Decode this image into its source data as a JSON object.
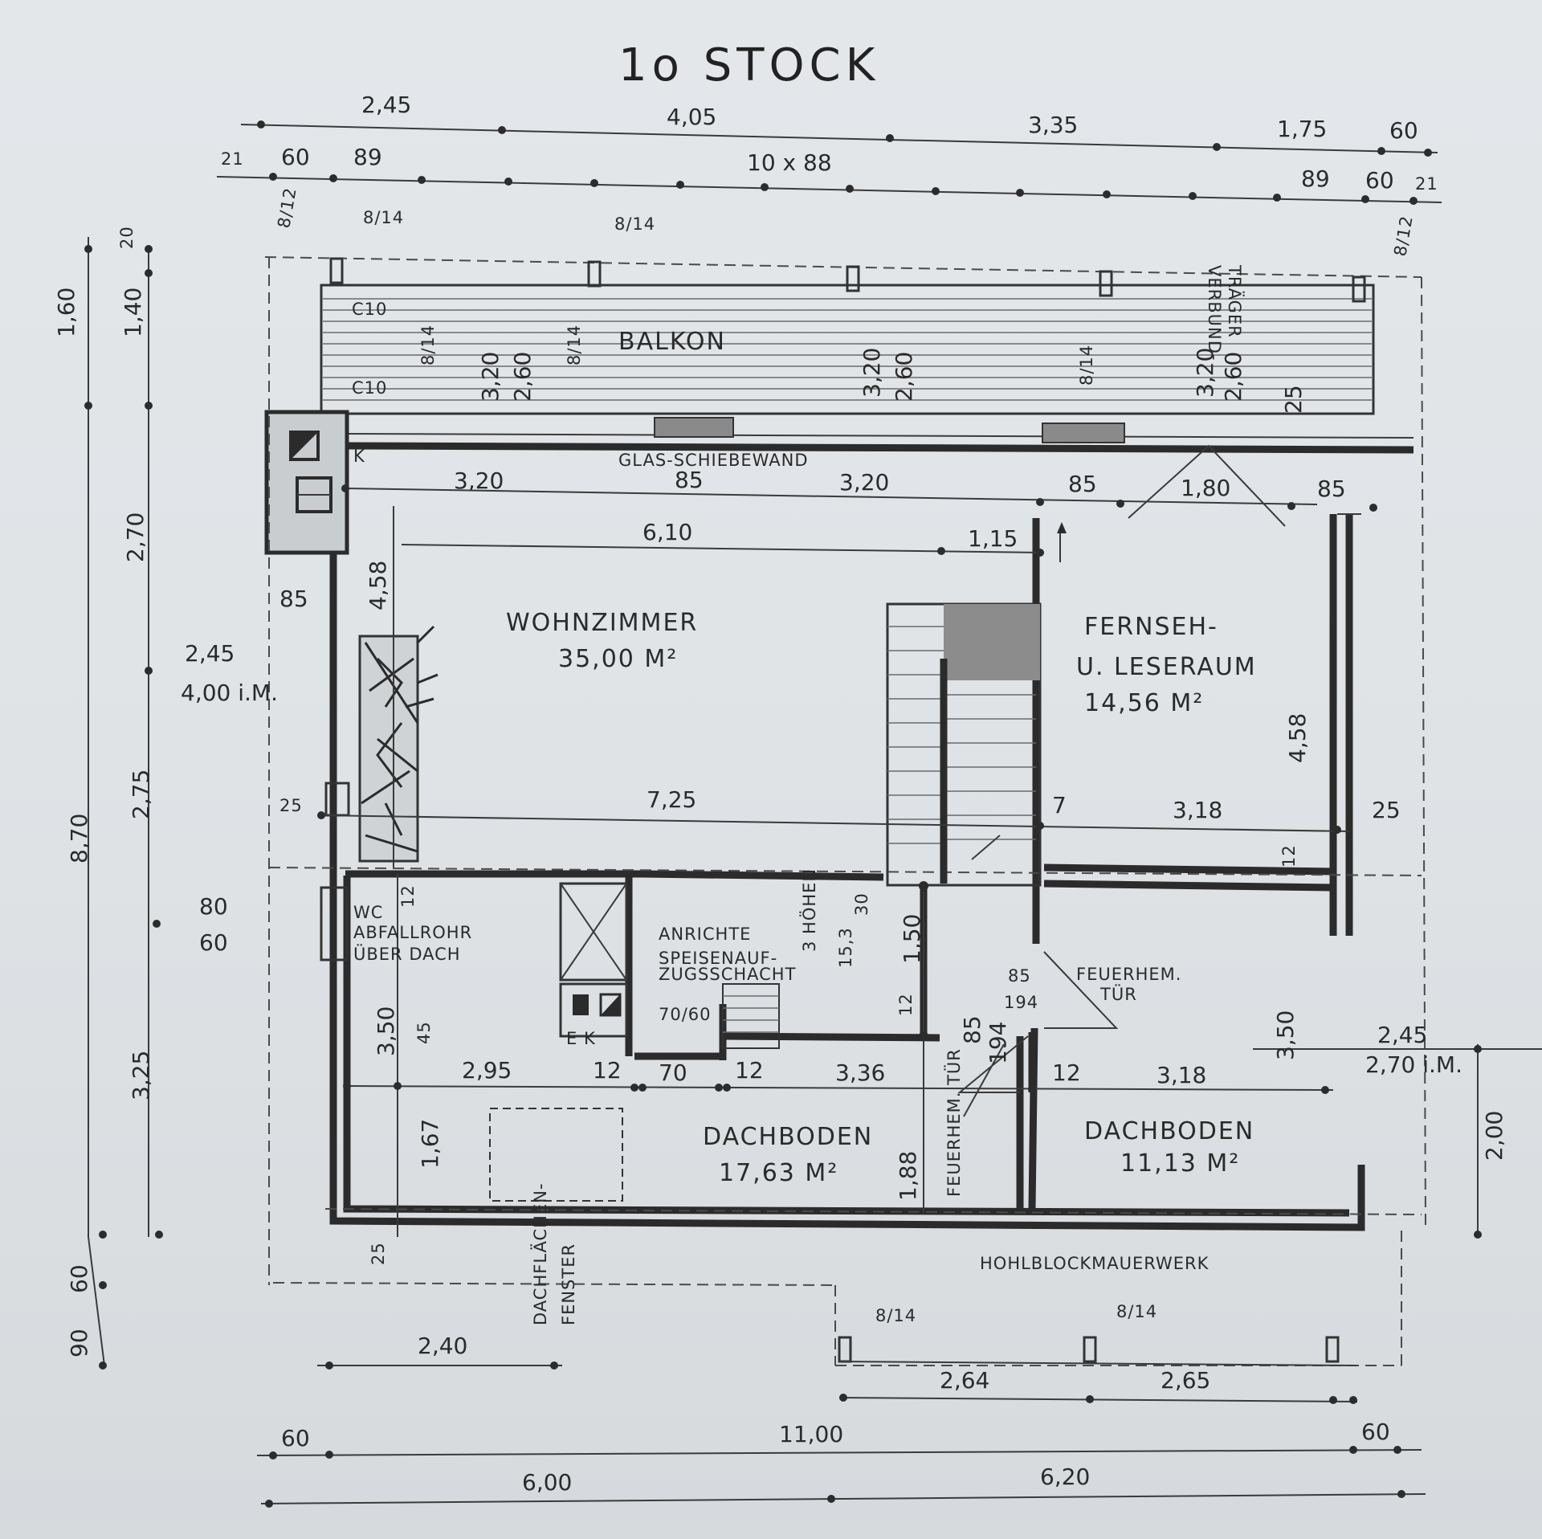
{
  "title": "1o STOCK",
  "rooms": {
    "balkon": "BALKON",
    "wohnzimmer": "WOHNZIMMER",
    "wohnzimmer_area": "35,00 M²",
    "fernseh1": "FERNSEH-",
    "fernseh2": "U. LESERAUM",
    "fernseh_area": "14,56 M²",
    "dachboden_left": "DACHBODEN",
    "dachboden_left_area": "17,63 M²",
    "dachboden_right": "DACHBODEN",
    "dachboden_right_area": "11,13 M²"
  },
  "notes": {
    "glas": "GLAS-SCHIEBEWAND",
    "wc": "WC",
    "abfall": "ABFALLROHR",
    "ueber_dach": "ÜBER DACH",
    "anrichte": "ANRICHTE",
    "speisen1": "SPEISENAUF-",
    "speisen2": "ZUGSSCHACHT",
    "ek": "E K",
    "feuer1": "FEUERHEM.",
    "feuer2": "TÜR",
    "feuer_v": "FEUERHEM. TÜR",
    "hohlblock": "HOHLBLOCKMAUERWERK",
    "dachflaechen": "DACHFLÄCHEN-",
    "fenster": "FENSTER",
    "verbund": "VERBUND-",
    "traeger": "TRÄGER",
    "hoehen": "3 HÖHEN",
    "k": "K",
    "m_400": "4,00 i.M.",
    "m_270": "2,70 i.M.",
    "c10": "C10"
  },
  "dims": {
    "top_245": "2,45",
    "top_405": "4,05",
    "top_335": "3,35",
    "top_175": "1,75",
    "top_60r": "60",
    "row_21l": "21",
    "row_60l": "60",
    "row_89l": "89",
    "row_10x88": "10 x 88",
    "row_89r": "89",
    "row_60r": "60",
    "row_21r": "21",
    "beam_814": "8/14",
    "beam_812": "8/12",
    "l_160": "1,60",
    "l_140": "1,40",
    "l_20": "20",
    "l_270": "2,70",
    "l_870": "8,70",
    "l_275": "2,75",
    "l_325": "3,25",
    "l_245": "2,45",
    "l_85": "85",
    "l_80": "80",
    "l_60": "60",
    "l_25": "25",
    "l_458": "4,58",
    "l_350": "3,50",
    "l_45": "45",
    "l_167": "1,67",
    "l_60b": "60",
    "l_90": "90",
    "b_320a": "3,20",
    "b_260a": "2,60",
    "b_320b": "3,20",
    "b_260b": "2,60",
    "b_320c": "3,20",
    "b_260c": "2,60",
    "b_25": "25",
    "r_320a": "3,20",
    "r_85a": "85",
    "r_320b": "3,20",
    "r_85b": "85",
    "r_180": "1,80",
    "r_85c": "85",
    "w_610": "6,10",
    "w_115": "1,15",
    "w_725": "7,25",
    "w_7": "7",
    "w_318": "3,18",
    "f_458": "4,58",
    "f_25": "25",
    "f_12": "12",
    "s_150": "1,50",
    "s_153": "15,3",
    "s_30": "30",
    "s_12": "12",
    "s_7060": "70/60",
    "d_295": "2,95",
    "d_12a": "12",
    "d_70": "70",
    "d_12b": "12",
    "d_336": "3,36",
    "d_12c": "12",
    "d_318": "3,18",
    "d_85": "85",
    "d_194": "194",
    "d_85b": "85",
    "d_194b": "194",
    "d_188": "1,88",
    "d_12v": "12",
    "r_350": "3,50",
    "r_245": "2,45",
    "r_200": "2,00",
    "bot_25": "25",
    "bot_240": "2,40",
    "bot_264": "2,64",
    "bot_265": "2,65",
    "bot_60l": "60",
    "bot_1100": "11,00",
    "bot_60r": "60",
    "bot_600": "6,00",
    "bot_620": "6,20"
  }
}
